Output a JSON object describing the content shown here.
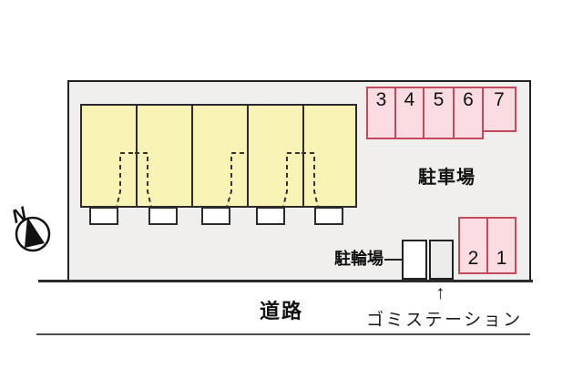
{
  "site": {
    "area_label": "駐車場",
    "bicycle_label": "駐輪場",
    "road_label": "道路",
    "garbage_label": "ゴミステーション",
    "garbage_arrow": "↑",
    "compass_north": "N"
  },
  "parking_spaces": {
    "top_row": [
      "3",
      "4",
      "5",
      "6",
      "7"
    ],
    "bottom_row": [
      "2",
      "1"
    ]
  },
  "building": {
    "unit_count": 5
  },
  "colors": {
    "site_fill": "#f0efed",
    "building_fill": "#faf3b6",
    "building_border": "#2b2b2b",
    "parking_fill": "#fbdce3",
    "parking_border": "#c4495c",
    "line": "#222222"
  }
}
